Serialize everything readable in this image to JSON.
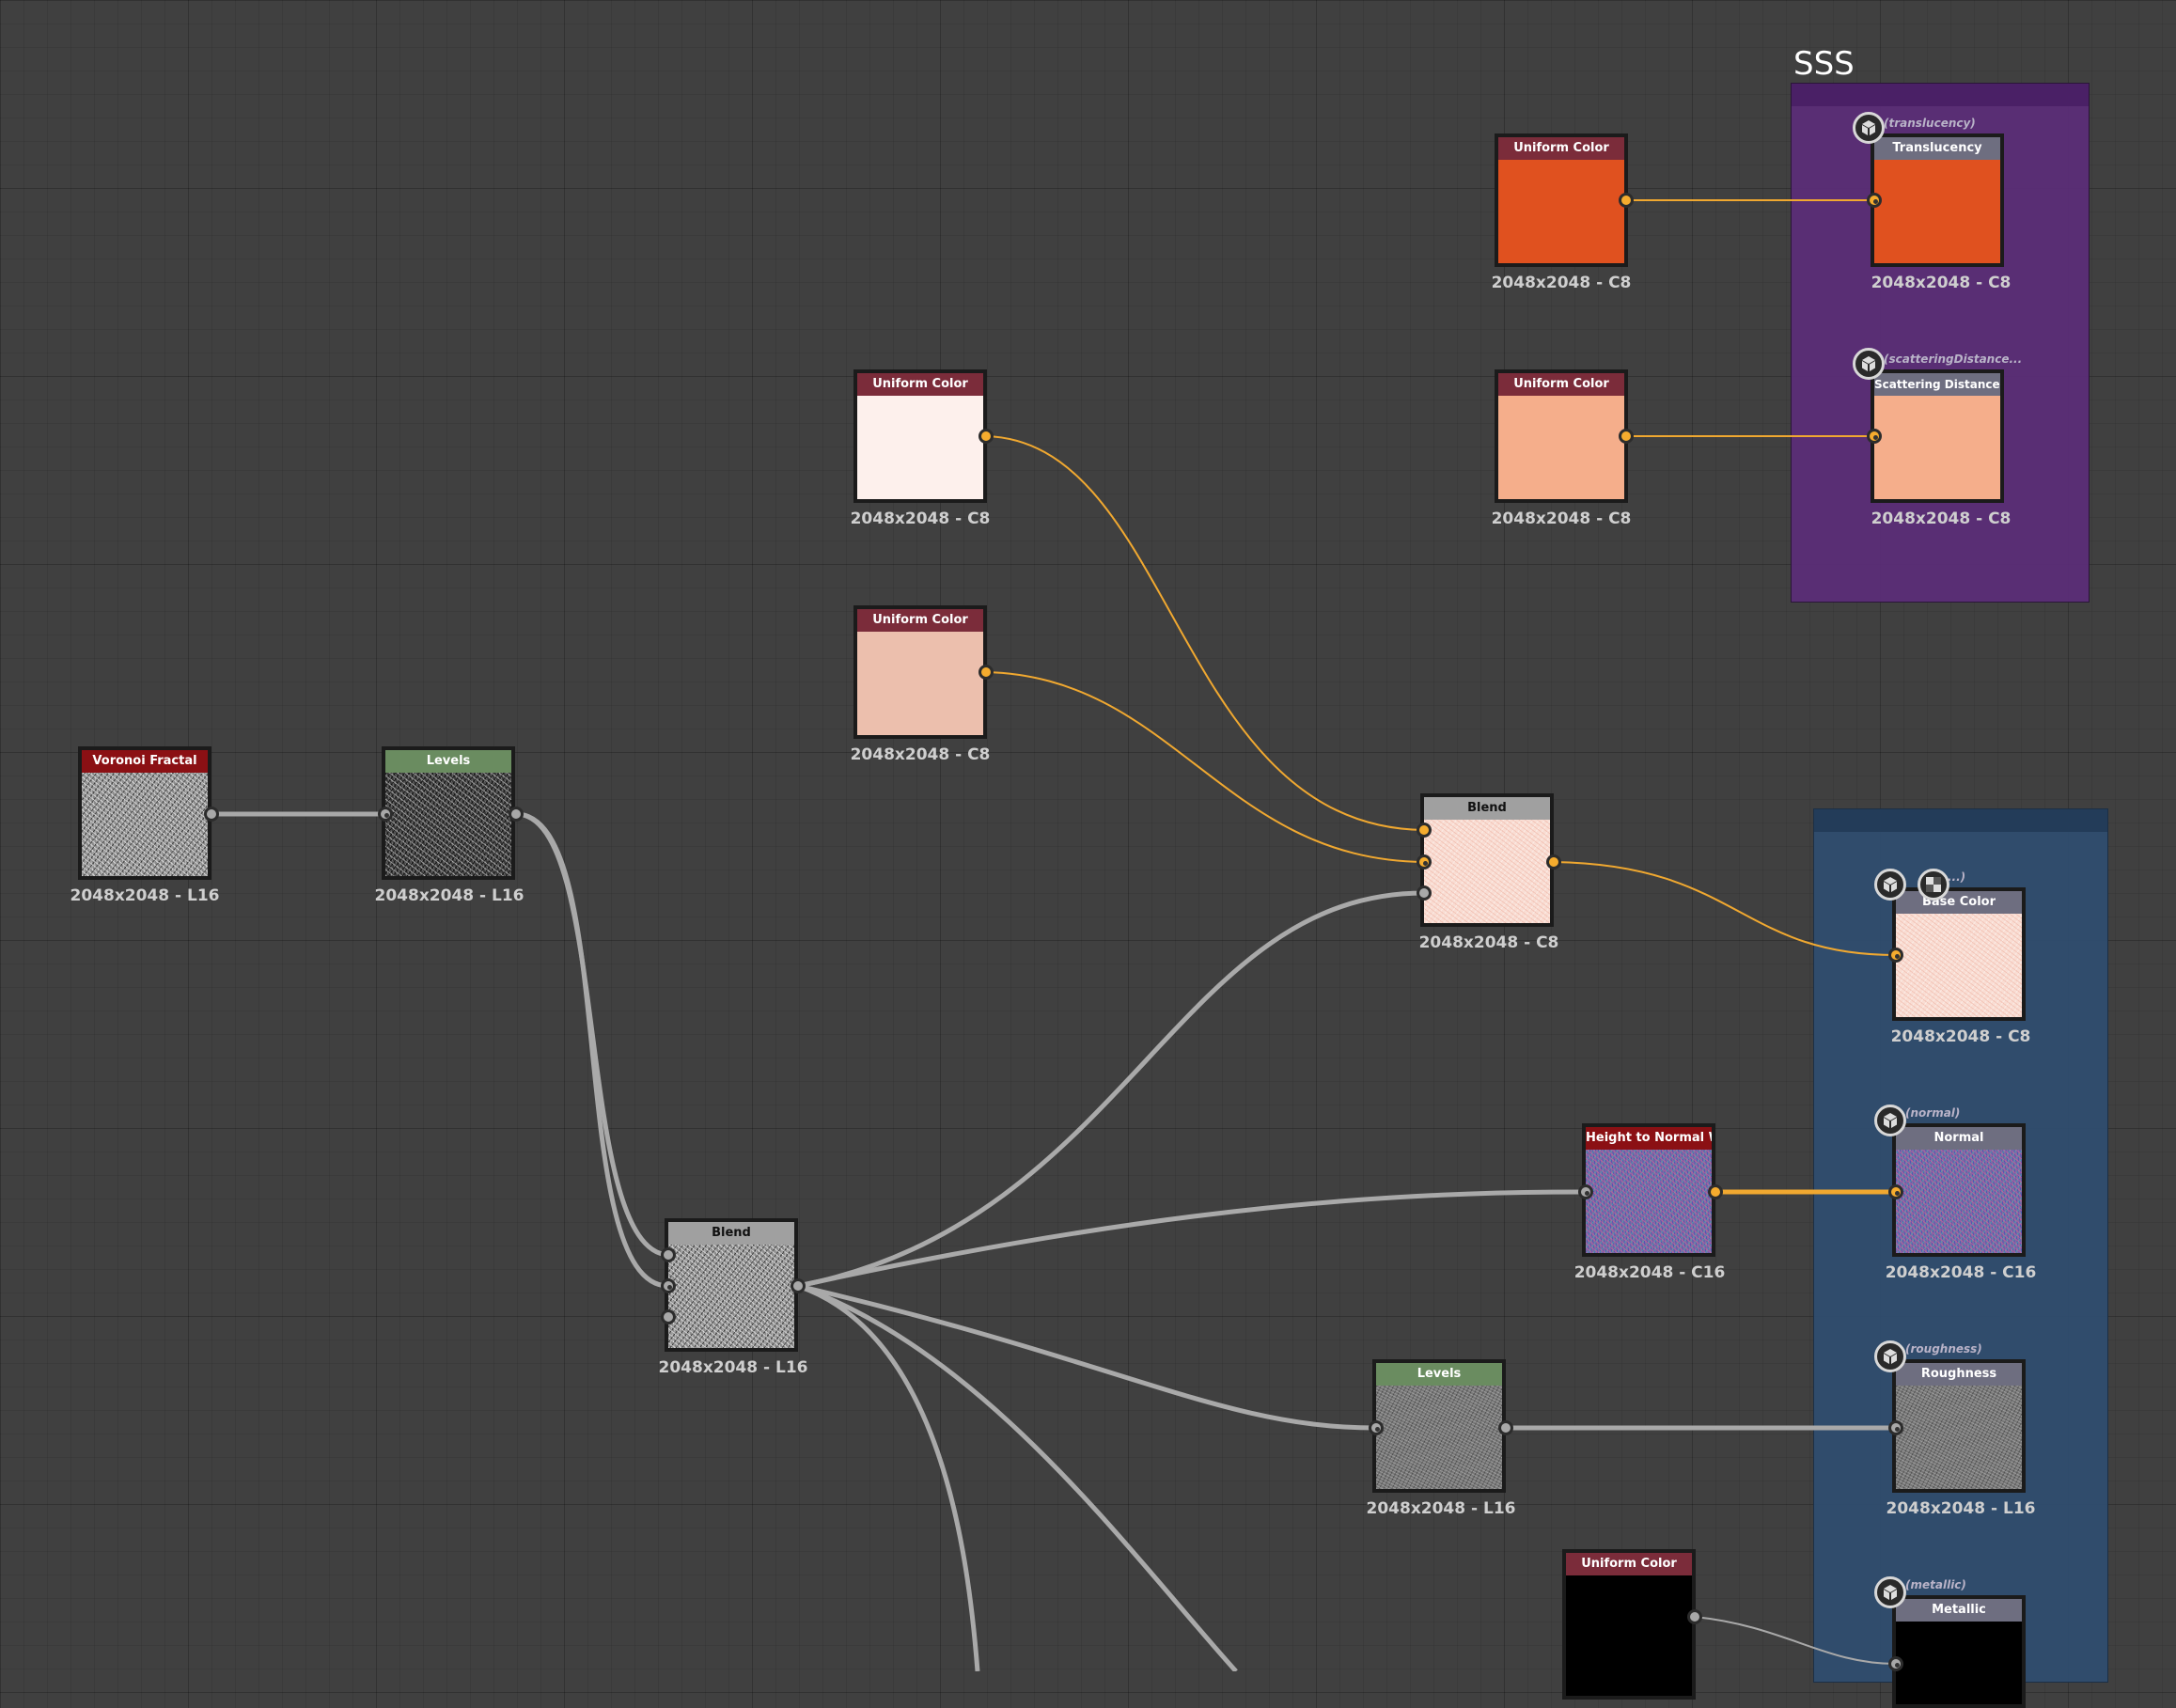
{
  "colors": {
    "uniform_header": "#7b2c3a",
    "noise_header": "#8b1014",
    "levels_header": "#6a8c60",
    "blend_header": "#a0a0a0",
    "output_header": "#6e6e80",
    "wire_color": "#f0a830",
    "wire_gray": "#a9a9a9",
    "frame_sss": "#5b2d78",
    "frame_material": "#2f4d70"
  },
  "frames": {
    "sss": {
      "title": "SSS"
    }
  },
  "nodes": {
    "uniform_orange": {
      "title": "Uniform Color",
      "label": "2048x2048 - C8",
      "color": "#e0511f"
    },
    "uniform_peach": {
      "title": "Uniform Color",
      "label": "2048x2048 - C8",
      "color": "#f5ae8b"
    },
    "uniform_white": {
      "title": "Uniform Color",
      "label": "2048x2048 - C8",
      "color": "#fdf0ec"
    },
    "uniform_pink": {
      "title": "Uniform Color",
      "label": "2048x2048 - C8",
      "color": "#ecbfad"
    },
    "uniform_black": {
      "title": "Uniform Color",
      "color": "#000000"
    },
    "voronoi": {
      "title": "Voronoi Fractal",
      "label": "2048x2048 - L16"
    },
    "levels_1": {
      "title": "Levels",
      "label": "2048x2048 - L16"
    },
    "blend_gray": {
      "title": "Blend",
      "label": "2048x2048 - L16"
    },
    "blend_color": {
      "title": "Blend",
      "label": "2048x2048 - C8"
    },
    "height_normal": {
      "title": "Height to Normal Worl...",
      "label": "2048x2048 - C16"
    },
    "levels_2": {
      "title": "Levels",
      "label": "2048x2048 - L16"
    },
    "out_translucency": {
      "title": "Translucency",
      "label": "2048x2048 - C8",
      "id": "(translucency)",
      "icon": "cube-icon"
    },
    "out_scattering": {
      "title": "Scattering Distance Sc...",
      "label": "2048x2048 - C8",
      "id": "(scatteringDistance...",
      "icon": "cube-icon"
    },
    "out_basecolor": {
      "title": "Base Color",
      "label": "2048x2048 - C8",
      "id": "...)",
      "icon": "cube-icon"
    },
    "out_normal": {
      "title": "Normal",
      "label": "2048x2048 - C16",
      "id": "(normal)",
      "icon": "cube-icon"
    },
    "out_roughness": {
      "title": "Roughness",
      "label": "2048x2048 - L16",
      "id": "(roughness)",
      "icon": "cube-icon"
    },
    "out_metallic": {
      "title": "Metallic",
      "id": "(metallic)",
      "icon": "cube-icon"
    }
  }
}
